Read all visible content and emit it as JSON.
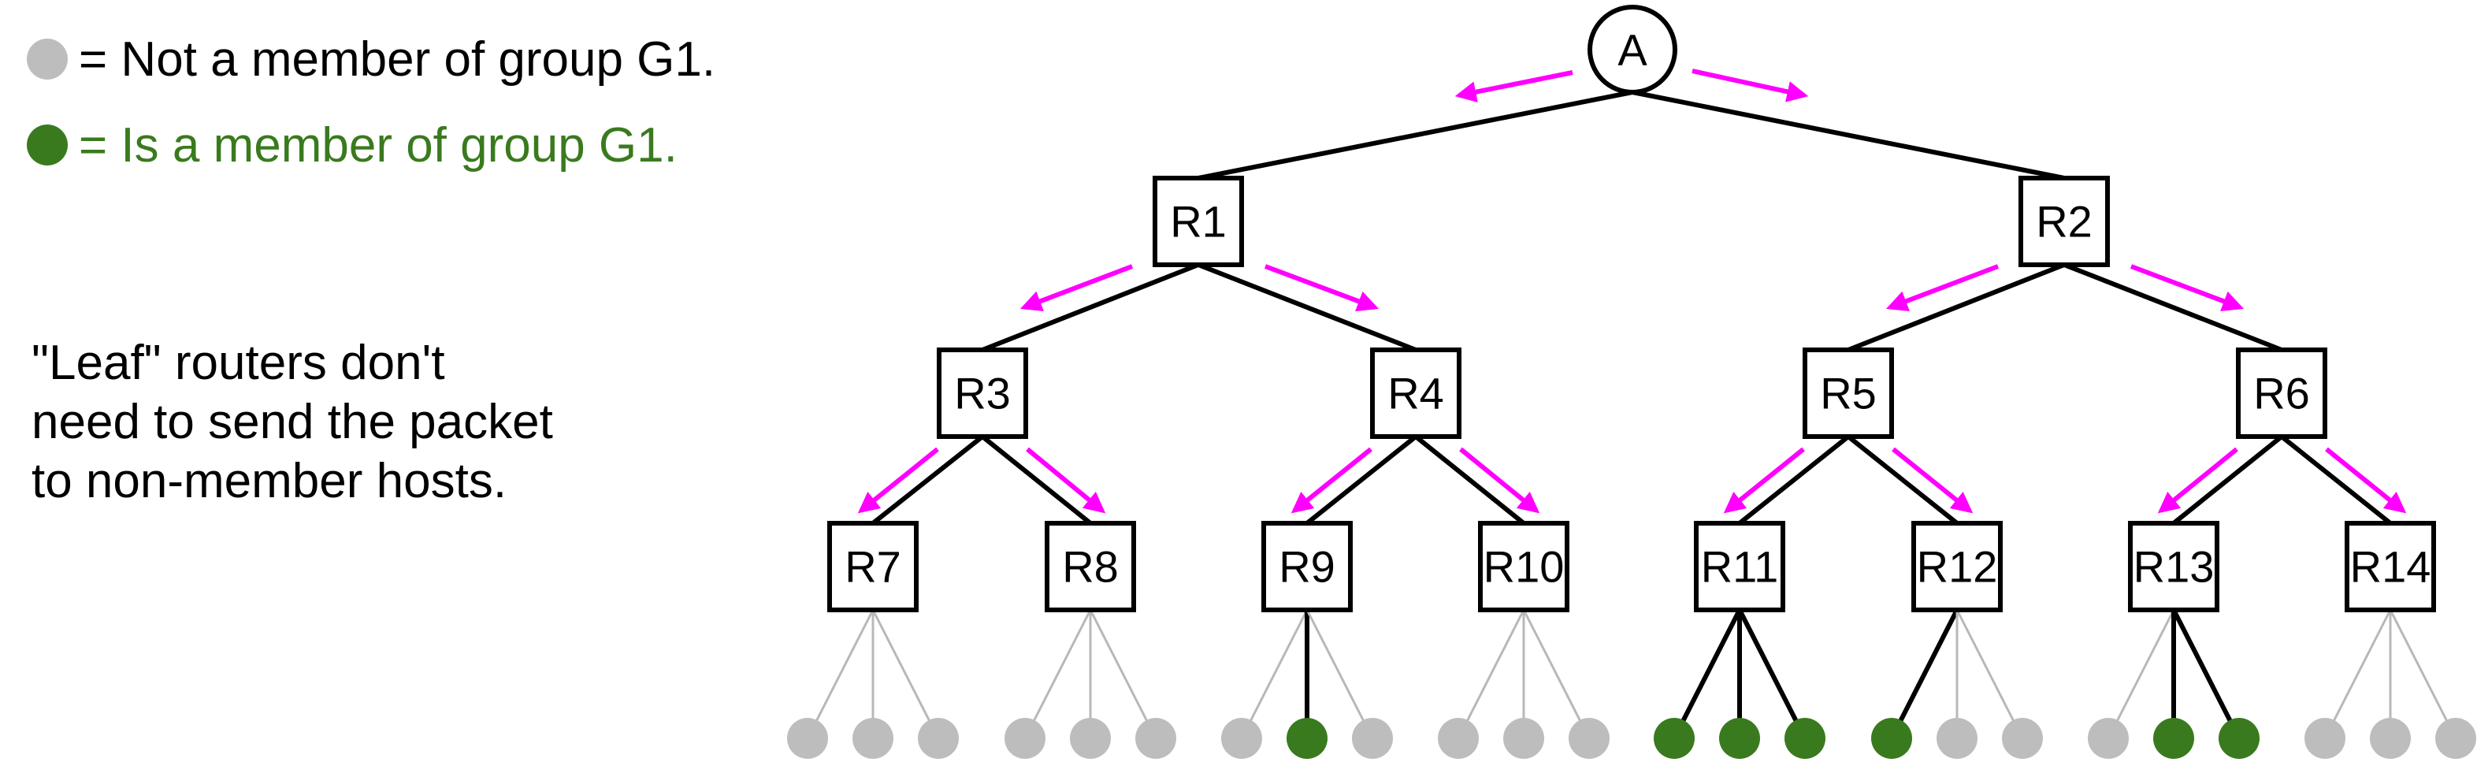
{
  "colors": {
    "non_member": "#bdbdbd",
    "member": "#3a7a1e",
    "member_text": "#3a7a1e",
    "arrow": "#ff00ff",
    "line": "#000000"
  },
  "legend": {
    "non_member_text": "= Not a member of group G1.",
    "member_text": "= Is a member of group G1."
  },
  "note": {
    "lines": [
      "\"Leaf\" routers don't",
      "need to send the packet",
      "to non-member hosts."
    ]
  },
  "source": {
    "label": "A"
  },
  "routers": [
    {
      "label": "R1"
    },
    {
      "label": "R2"
    },
    {
      "label": "R3"
    },
    {
      "label": "R4"
    },
    {
      "label": "R5"
    },
    {
      "label": "R6"
    },
    {
      "label": "R7"
    },
    {
      "label": "R8"
    },
    {
      "label": "R9"
    },
    {
      "label": "R10"
    },
    {
      "label": "R11"
    },
    {
      "label": "R12"
    },
    {
      "label": "R13"
    },
    {
      "label": "R14"
    }
  ],
  "hosts": [
    {
      "router": "R7",
      "members": [
        false,
        false,
        false
      ]
    },
    {
      "router": "R8",
      "members": [
        false,
        false,
        false
      ]
    },
    {
      "router": "R9",
      "members": [
        false,
        true,
        false
      ]
    },
    {
      "router": "R10",
      "members": [
        false,
        false,
        false
      ]
    },
    {
      "router": "R11",
      "members": [
        true,
        true,
        true
      ]
    },
    {
      "router": "R12",
      "members": [
        true,
        false,
        false
      ]
    },
    {
      "router": "R13",
      "members": [
        false,
        true,
        true
      ]
    },
    {
      "router": "R14",
      "members": [
        false,
        false,
        false
      ]
    }
  ]
}
